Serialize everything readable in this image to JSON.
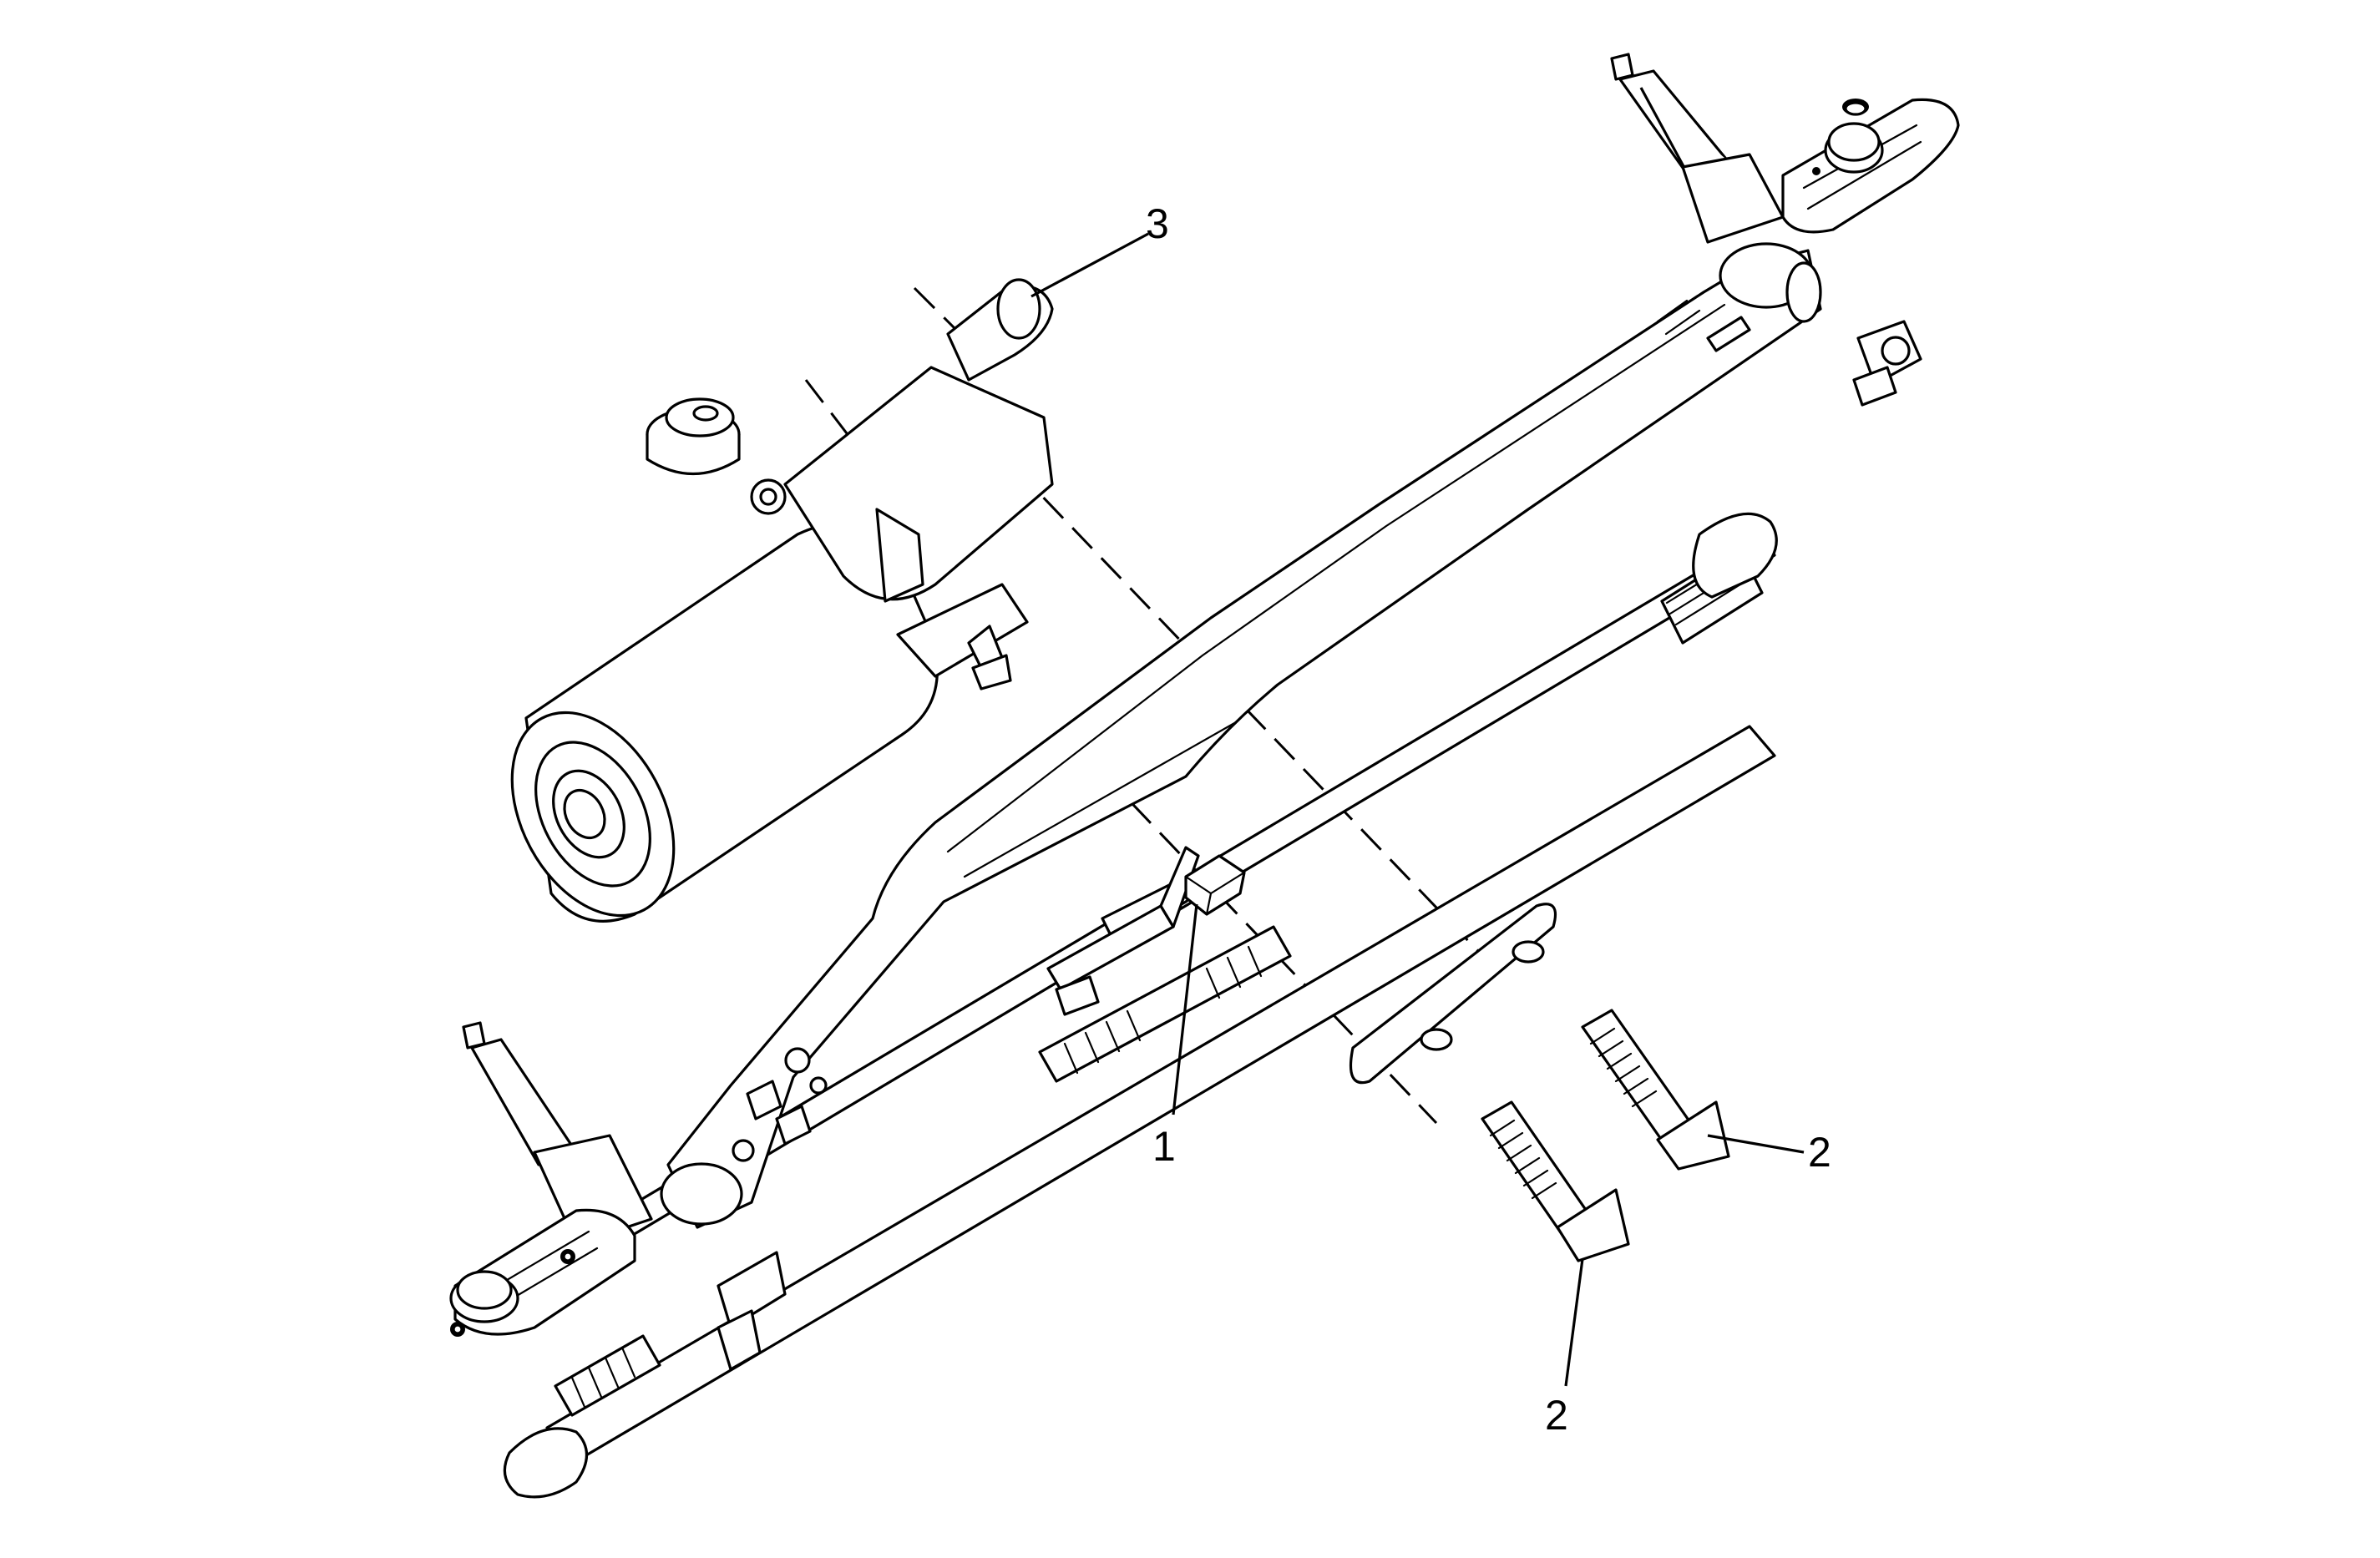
{
  "callouts": [
    {
      "id": "1",
      "label": "1"
    },
    {
      "id": "2a",
      "label": "2"
    },
    {
      "id": "2b",
      "label": "2"
    },
    {
      "id": "3",
      "label": "3"
    }
  ]
}
